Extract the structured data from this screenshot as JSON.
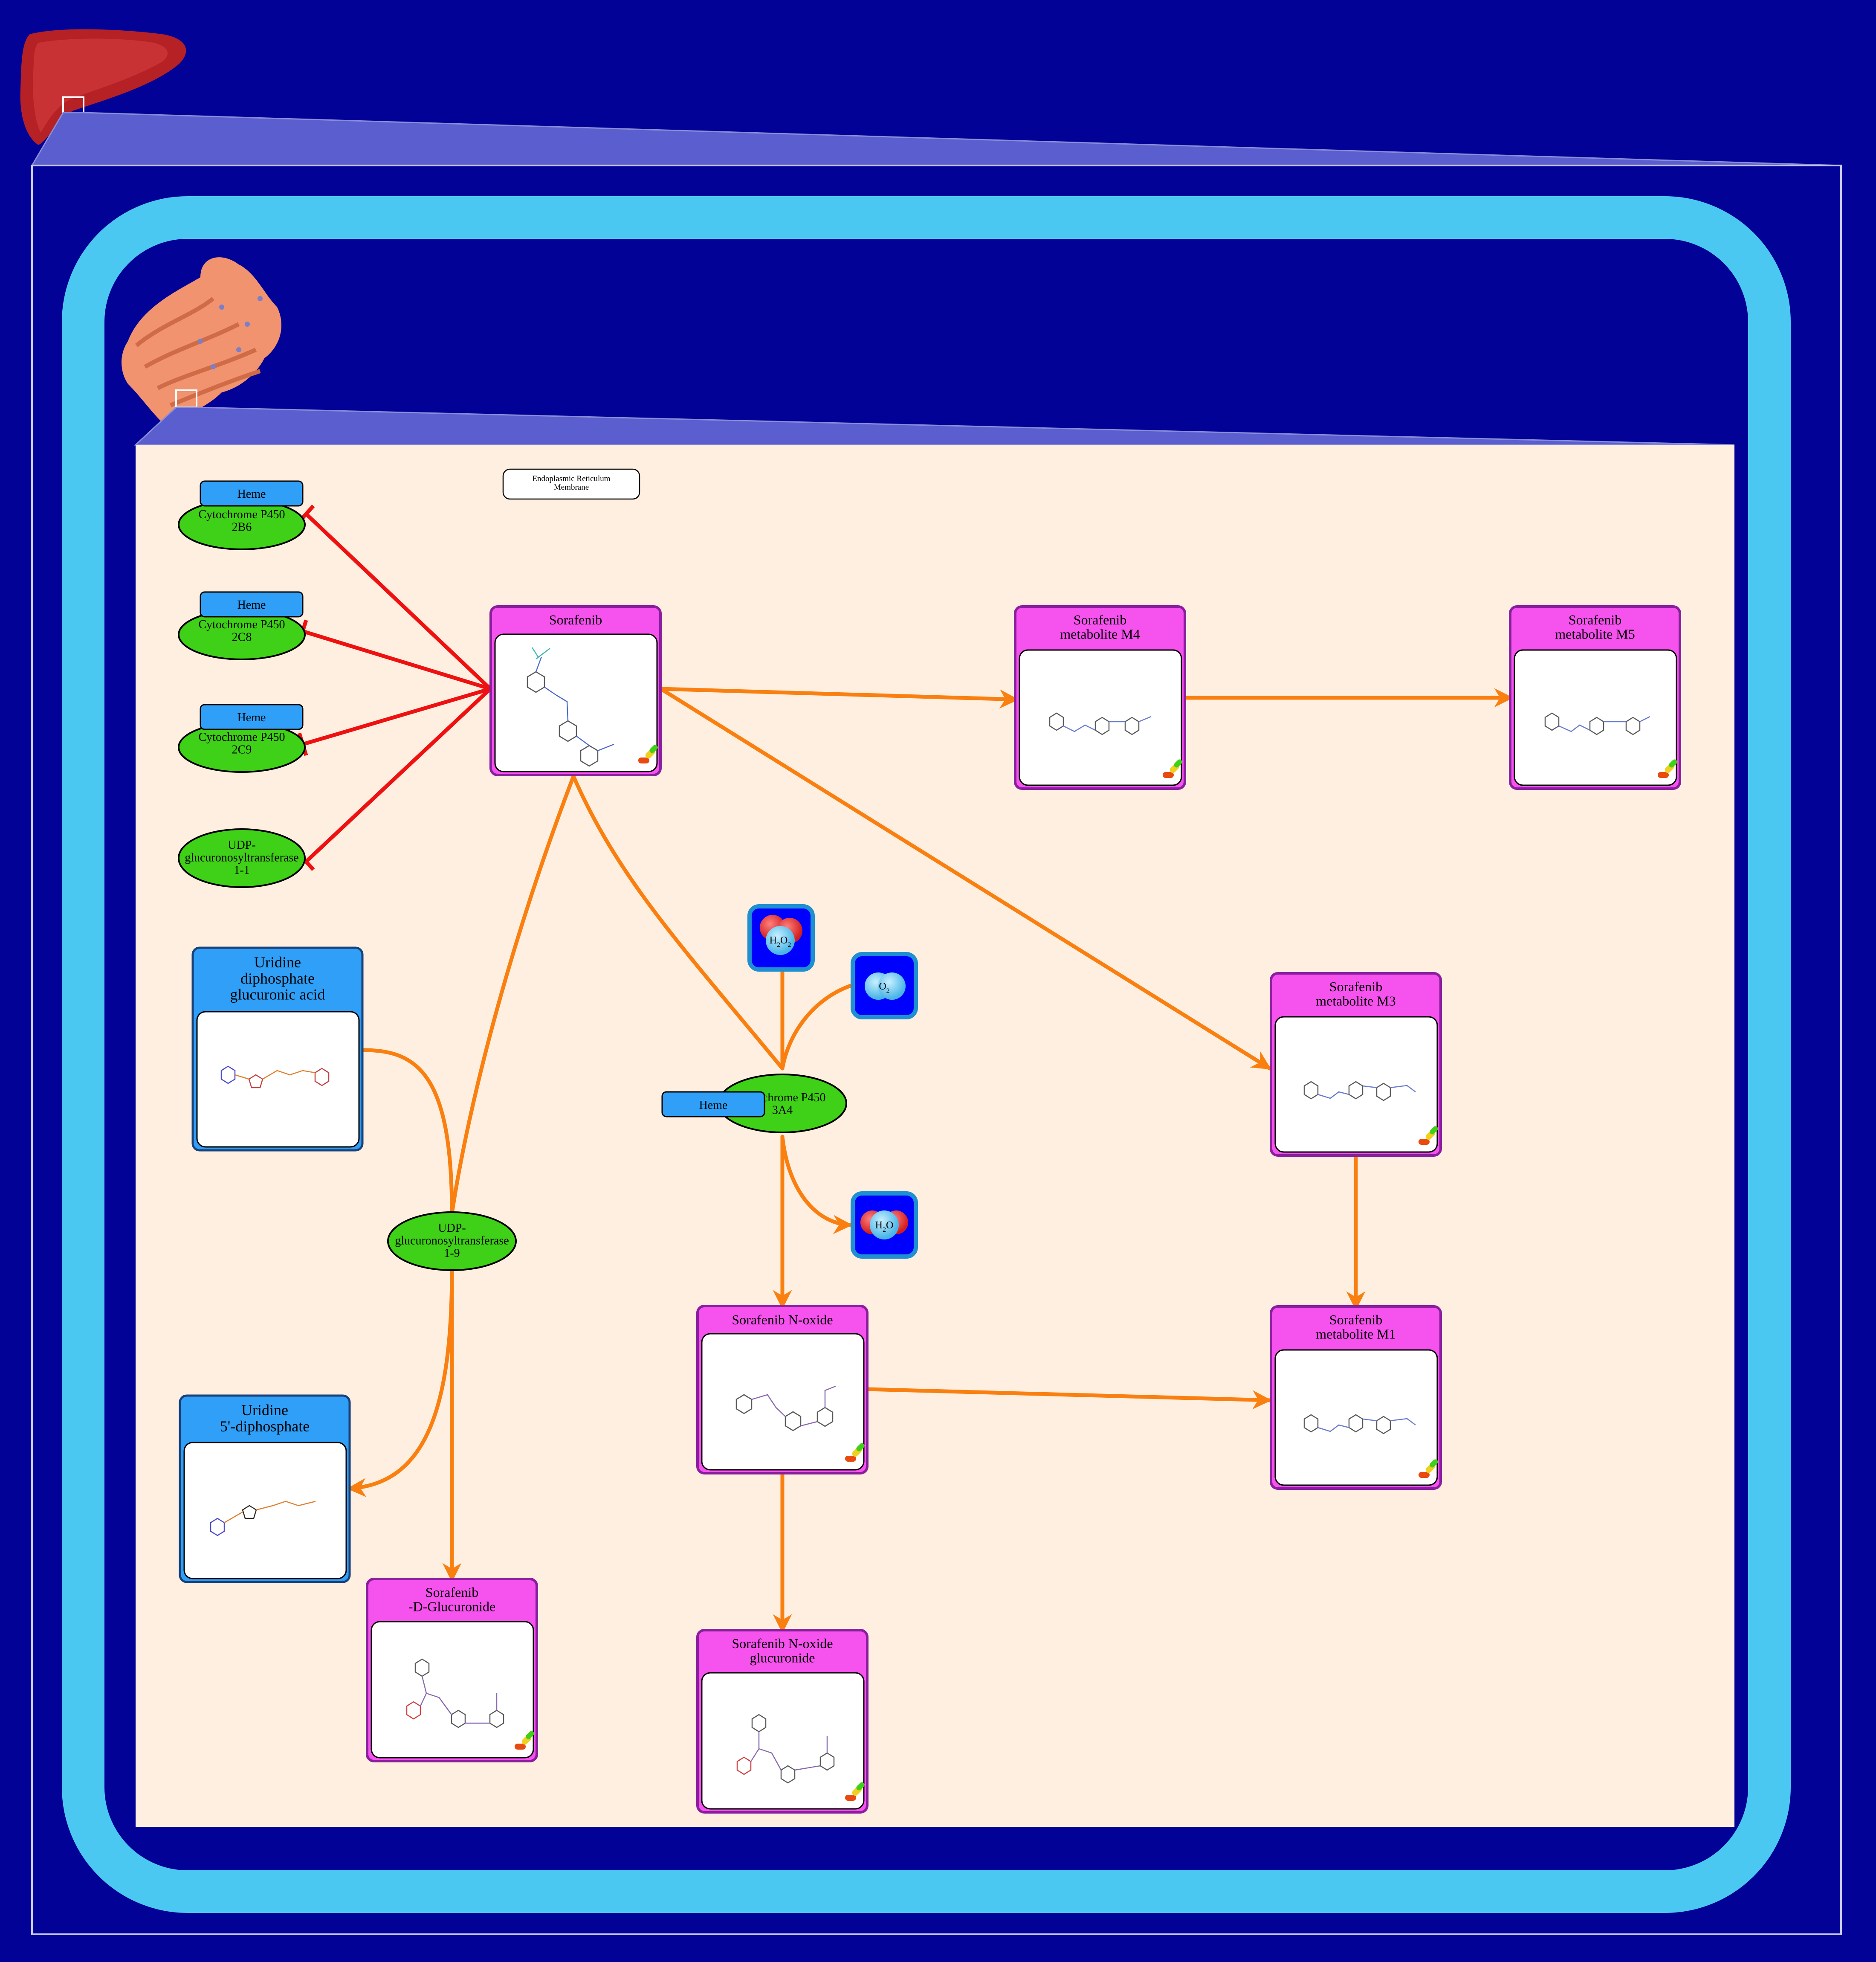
{
  "colors": {
    "background": "#020296",
    "cell_membrane": "#4bc8f2",
    "er_panel": "#ffefe0",
    "inhibition": "#ee1111",
    "reaction": "#f98010",
    "drug_node": "#f552ee",
    "enzyme_node": "#3fd018",
    "cofactor_node": "#2f9ff7",
    "small_molecule_tile": "#0000ff"
  },
  "icons": {
    "organ": "liver-icon",
    "organelle": "endoplasmic-reticulum-icon",
    "compartment": "compartment-zoom-icon",
    "drug": "drug-pill-icon"
  },
  "compartment_label": "Endoplasmic Reticulum\nMembrane",
  "drugs": {
    "sorafenib": "Sorafenib",
    "m4": "Sorafenib\nmetabolite M4",
    "m5": "Sorafenib\nmetabolite M5",
    "m3": "Sorafenib\nmetabolite M3",
    "m1": "Sorafenib\nmetabolite M1",
    "noxide": "Sorafenib N-oxide",
    "noxide_gluc": "Sorafenib N-oxide\nglucuronide",
    "gluc": "Sorafenib\n-D-Glucuronide"
  },
  "cofactors": {
    "udpga": "Uridine\ndiphosphate\nglucuronic acid",
    "udp": "Uridine\n5'-diphosphate"
  },
  "enzymes": {
    "cyp2b6": "Cytochrome P450\n2B6",
    "cyp2c8": "Cytochrome P450\n2C8",
    "cyp2c9": "Cytochrome P450\n2C9",
    "ugt1a1": "UDP-\nglucuronosyltransferase\n1-1",
    "cyp3a4": "Cytochrome P450\n3A4",
    "ugt1a9": "UDP-\nglucuronosyltransferase\n1-9"
  },
  "heme_label": "Heme",
  "small_molecules": {
    "h2o2": {
      "main": "H",
      "sub1": "2",
      "mid": "O",
      "sub2": "2"
    },
    "o2": {
      "main": "O",
      "sub1": "2"
    },
    "h2o": {
      "main": "H",
      "sub1": "2",
      "mid": "O"
    }
  }
}
